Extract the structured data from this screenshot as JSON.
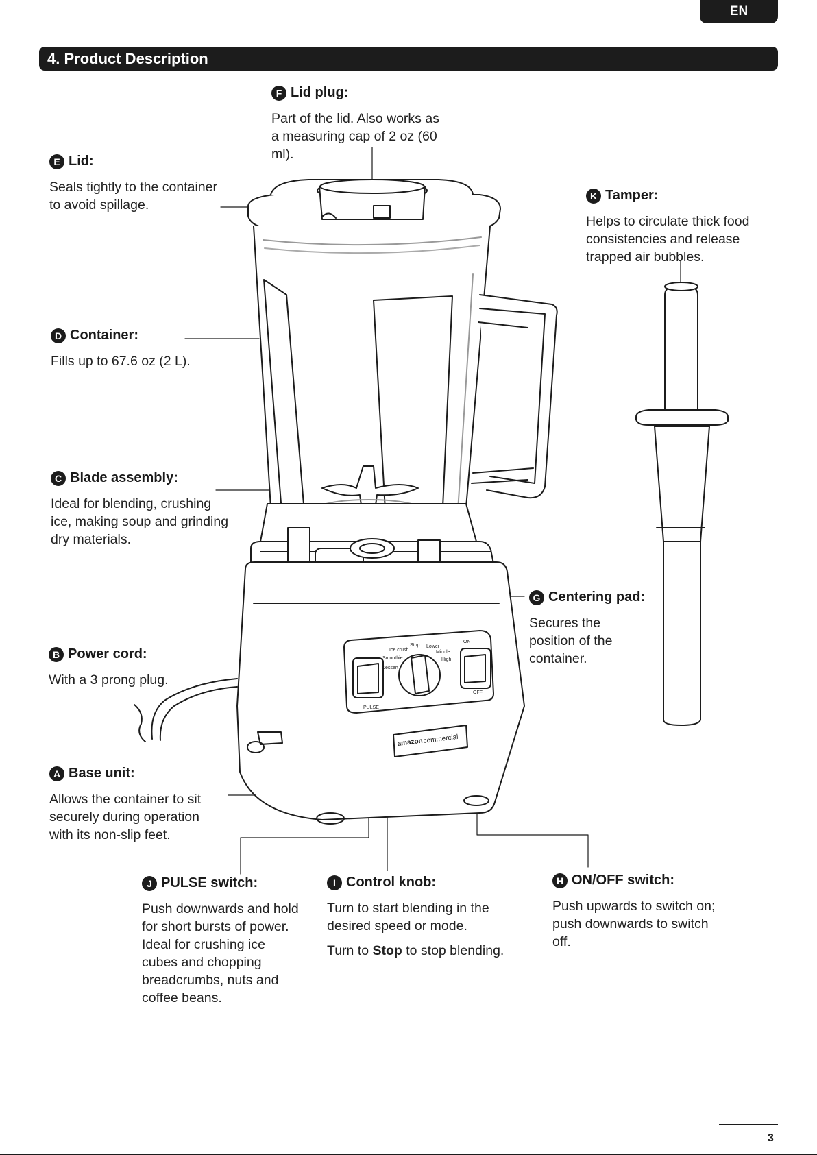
{
  "language_tab": "EN",
  "section_title": "4. Product Description",
  "page_number": "3",
  "callouts": {
    "lid_plug": {
      "letter": "F",
      "title": "Lid plug:",
      "desc": "Part of the lid. Also works as a measuring cap of 2 oz (60 ml)."
    },
    "lid": {
      "letter": "E",
      "title": "Lid:",
      "desc": "Seals tightly to the container to avoid spillage."
    },
    "tamper": {
      "letter": "K",
      "title": "Tamper:",
      "desc": "Helps to circulate thick food consistencies and release trapped air bubbles."
    },
    "container": {
      "letter": "D",
      "title": "Container:",
      "desc": "Fills up to 67.6 oz (2 L)."
    },
    "blade_assembly": {
      "letter": "C",
      "title": "Blade assembly:",
      "desc": "Ideal for blending, crushing ice, making soup and grinding dry materials."
    },
    "centering_pad": {
      "letter": "G",
      "title": "Centering pad:",
      "desc": "Secures the position of the container."
    },
    "power_cord": {
      "letter": "B",
      "title": "Power cord:",
      "desc": "With a 3 prong plug."
    },
    "base_unit": {
      "letter": "A",
      "title": "Base unit:",
      "desc": "Allows the container to sit securely during operation with its non-slip feet."
    },
    "pulse_switch": {
      "letter": "J",
      "title": "PULSE switch:",
      "desc": "Push downwards and hold for short bursts of power. Ideal for crushing ice cubes and chopping breadcrumbs, nuts and coffee beans."
    },
    "control_knob": {
      "letter": "I",
      "title": "Control knob:",
      "desc": "Turn to start blending in the desired speed or mode.",
      "desc2_pre": "Turn to ",
      "desc2_bold": "Stop",
      "desc2_post": " to stop blending."
    },
    "on_off_switch": {
      "letter": "H",
      "title": "ON/OFF switch:",
      "desc": "Push upwards to switch on; push downwards to switch off."
    }
  },
  "panel_labels": {
    "stop": "Stop",
    "ice_crush": "Ice crush",
    "lower": "Lower",
    "smoothie": "Smoothie",
    "middle": "Middle",
    "dessert": "Dessert",
    "high": "High",
    "on": "ON",
    "off": "OFF",
    "pulse": "PULSE",
    "brand": "amazon",
    "brand_suffix": "commercial"
  }
}
